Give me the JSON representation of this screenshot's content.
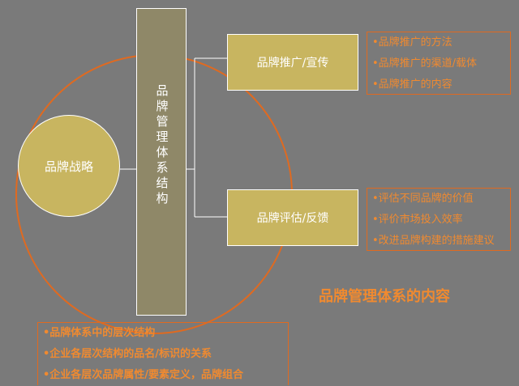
{
  "diagram": {
    "strategy": "品牌战略",
    "pillar": "品牌管理体系结构",
    "promotion": {
      "label": "品牌推广/宣传",
      "items": [
        "•品牌推广的方法",
        "•品牌推广的渠道/载体",
        "•品牌推广的内容"
      ]
    },
    "evaluation": {
      "label": "品牌评估/反馈",
      "items": [
        "•评估不同品牌的价值",
        "•评价市场投入效率",
        "•改进品牌构建的措施建议"
      ]
    },
    "bottom_items": [
      "•品牌体系中的层次结构",
      "•企业各层次结构的品名/标识的关系",
      "•企业各层次品牌属性/要素定义，品牌组合"
    ],
    "caption": "品牌管理体系的内容"
  },
  "colors": {
    "background": "#7a7a7a",
    "gold": "#c8b560",
    "pillar": "#8f8868",
    "orange": "#e06a20",
    "text_orange": "#f08a30"
  }
}
